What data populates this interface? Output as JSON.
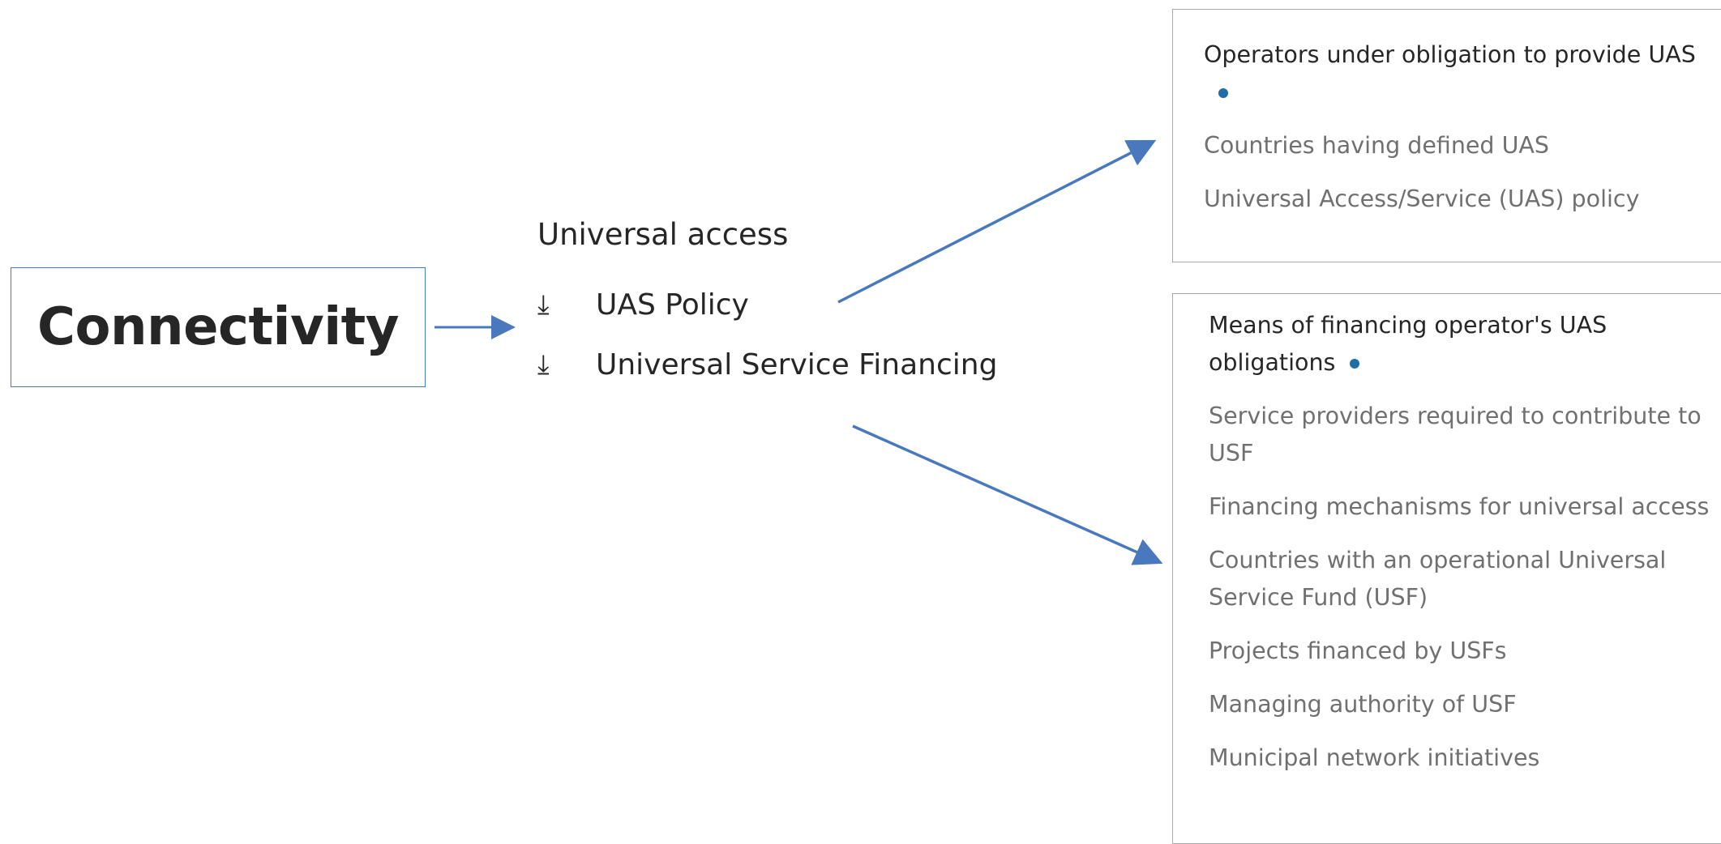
{
  "colors": {
    "arrow": "#4a78bd",
    "dot": "#1f6fa6",
    "active_text": "#262626",
    "inactive_text": "#707070"
  },
  "connectivity": {
    "title": "Connectivity"
  },
  "universal_access": {
    "heading": "Universal access",
    "items": [
      {
        "icon": "arrow-down-icon",
        "label": "UAS Policy"
      },
      {
        "icon": "arrow-down-icon",
        "label": "Universal Service Financing"
      }
    ]
  },
  "uas_policy_panel": {
    "items": [
      {
        "label": "Operators under obligation to provide UAS",
        "active": true
      },
      {
        "label": "Countries having defined UAS",
        "active": false
      },
      {
        "label": "Universal Access/Service (UAS) policy",
        "active": false
      }
    ]
  },
  "financing_panel": {
    "items": [
      {
        "label": "Means of financing operator's UAS obligations",
        "active": true
      },
      {
        "label": "Service providers required to contribute to USF",
        "active": false
      },
      {
        "label": "Financing mechanisms for universal access",
        "active": false
      },
      {
        "label": "Countries with an operational Universal Service Fund (USF)",
        "active": false
      },
      {
        "label": "Projects financed by USFs",
        "active": false
      },
      {
        "label": "Managing authority of USF",
        "active": false
      },
      {
        "label": "Municipal network initiatives",
        "active": false
      }
    ]
  }
}
